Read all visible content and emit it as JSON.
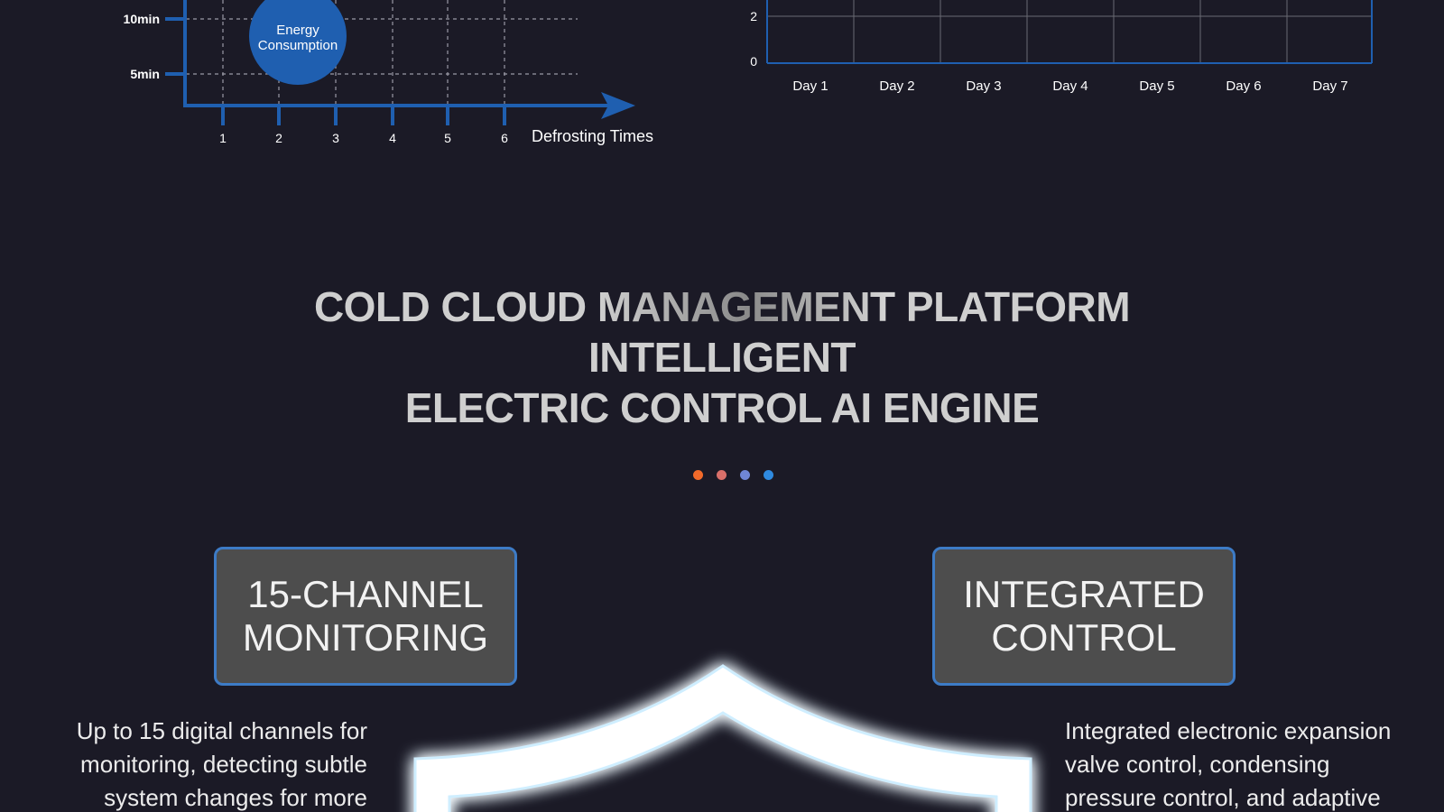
{
  "left_chart": {
    "y_axis_ticks": [
      "10min",
      "5min"
    ],
    "x_axis_ticks": [
      "1",
      "2",
      "3",
      "4",
      "5",
      "6"
    ],
    "x_axis_label": "Defrosting Times",
    "bubble_label_line1": "Energy",
    "bubble_label_line2": "Consumption",
    "colors": {
      "axis": "#1f5fb0",
      "bubble": "#1f5fb0",
      "grid": "#9a9aa6"
    }
  },
  "right_chart": {
    "y_axis_ticks": [
      "2",
      "0"
    ],
    "x_axis_ticks": [
      "Day 1",
      "Day 2",
      "Day 3",
      "Day 4",
      "Day 5",
      "Day 6",
      "Day 7"
    ],
    "colors": {
      "frame": "#1f5fb0",
      "grid": "#6a6a74"
    }
  },
  "headline": {
    "line1_a": "COLD CLOUD",
    "line1_b": "MANAGEMENT",
    "line1_c": "PLATFORM",
    "line2": "INTELLIGENT",
    "line3": "ELECTRIC CONTROL AI ENGINE"
  },
  "dots": {
    "colors": [
      "#f26a2a",
      "#d9706a",
      "#6f86d6",
      "#2f8ae0"
    ]
  },
  "features": [
    {
      "title_line1": "15-CHANNEL",
      "title_line2": "MONITORING",
      "desc_lines": [
        "Up to 15 digital channels for",
        "monitoring, detecting subtle",
        "system changes for more"
      ]
    },
    {
      "title_line1": "INTEGRATED",
      "title_line2": "CONTROL",
      "desc_lines": [
        "Integrated electronic expansion",
        "valve control, condensing",
        "pressure control, and adaptive"
      ]
    }
  ],
  "shield": {
    "icon": "shield-icon",
    "color": "#ffffff",
    "glow": "#bfe6ff"
  }
}
